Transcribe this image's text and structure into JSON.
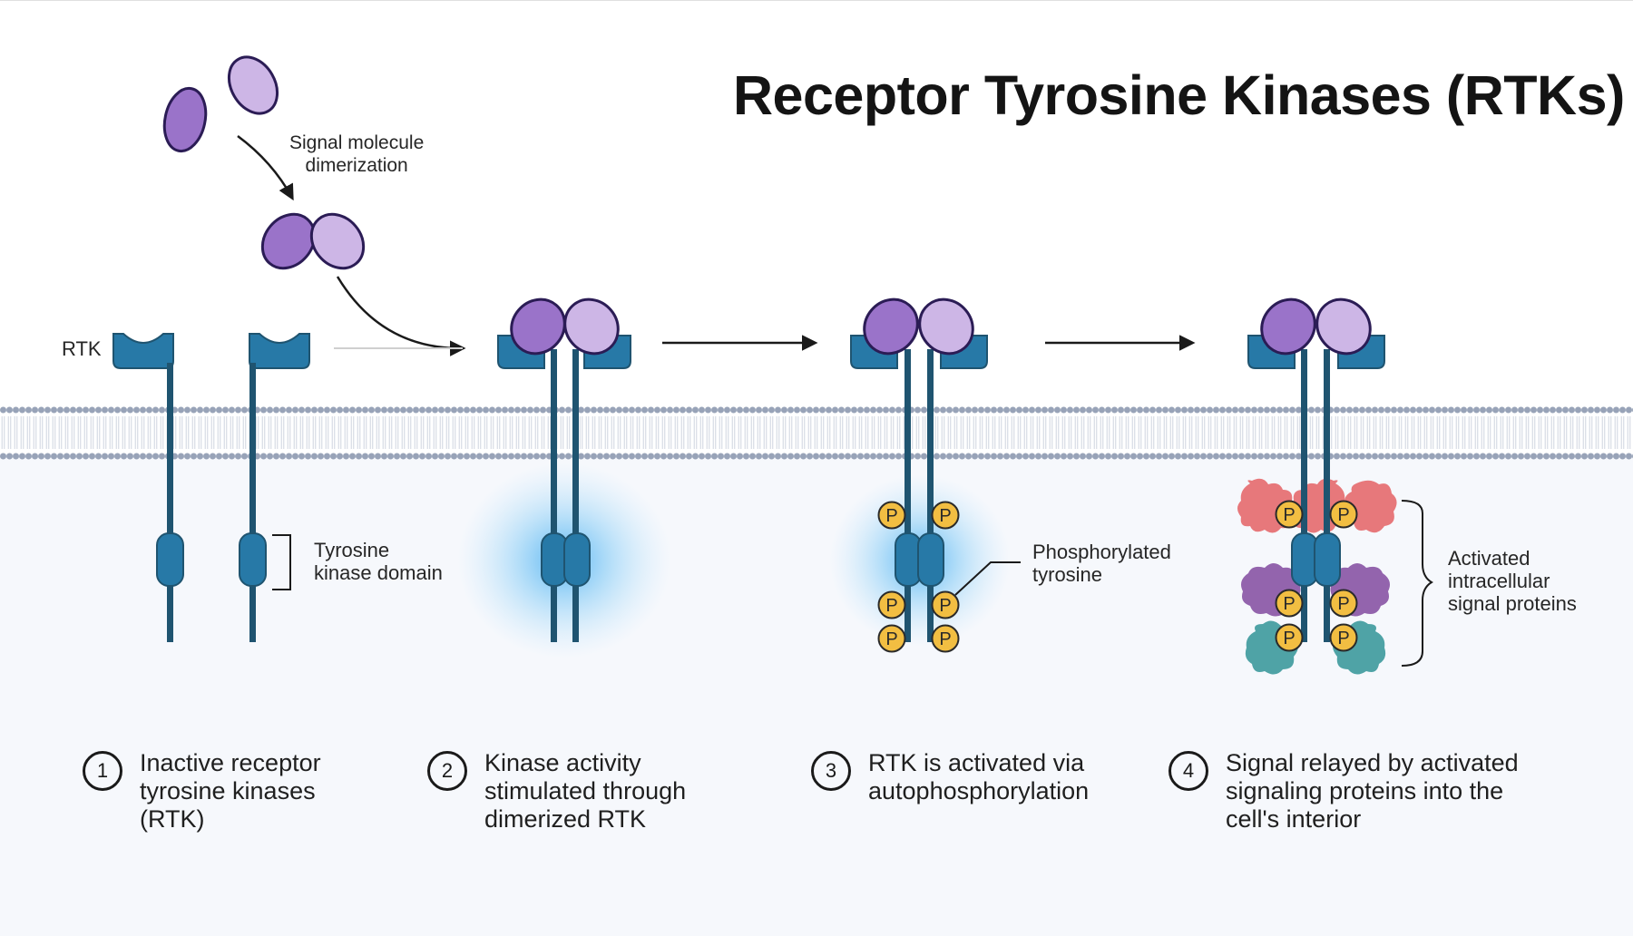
{
  "title": "Receptor Tyrosine Kinases (RTKs)",
  "labels": {
    "rtk": "RTK",
    "signal_molecule": [
      "Signal molecule",
      "dimerization"
    ],
    "tyrosine_kinase_domain": [
      "Tyrosine",
      "kinase domain"
    ],
    "phosphorylated_tyrosine": [
      "Phosphorylated",
      "tyrosine"
    ],
    "activated_proteins": [
      "Activated",
      "intracellular",
      "signal proteins"
    ],
    "phosphate": "P"
  },
  "steps": [
    {
      "number": "1",
      "lines": [
        "Inactive receptor",
        "tyrosine kinases",
        "(RTK)"
      ]
    },
    {
      "number": "2",
      "lines": [
        "Kinase activity",
        "stimulated through",
        "dimerized RTK"
      ]
    },
    {
      "number": "3",
      "lines": [
        "RTK is activated via",
        "autophosphorylation"
      ]
    },
    {
      "number": "4",
      "lines": [
        "Signal relayed by activated",
        "signaling proteins into the",
        "cell's interior"
      ]
    }
  ],
  "colors": {
    "receptor": "#2779a7",
    "receptor_stalk": "#1f5470",
    "ligand_dark": "#9a73c9",
    "ligand_light": "#cdb6e6",
    "ligand_outline": "#2b1c55",
    "membrane": "#9aa6ba",
    "glow": "#4fb3f0",
    "phosphate": "#f2be42",
    "protein_red": "#e7787b",
    "protein_purple": "#9364ad",
    "protein_teal": "#4fa3a6"
  }
}
